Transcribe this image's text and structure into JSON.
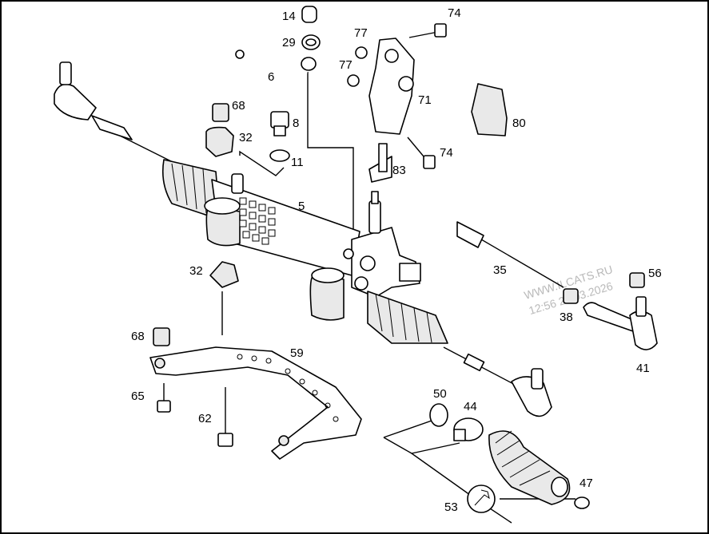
{
  "callouts": [
    {
      "id": "c14",
      "label": "14"
    },
    {
      "id": "c29",
      "label": "29"
    },
    {
      "id": "c6",
      "label": "6"
    },
    {
      "id": "c77a",
      "label": "77"
    },
    {
      "id": "c77b",
      "label": "77"
    },
    {
      "id": "c74a",
      "label": "74"
    },
    {
      "id": "c71",
      "label": "71"
    },
    {
      "id": "c80",
      "label": "80"
    },
    {
      "id": "c68a",
      "label": "68"
    },
    {
      "id": "c8",
      "label": "8"
    },
    {
      "id": "c32a",
      "label": "32"
    },
    {
      "id": "c11",
      "label": "11"
    },
    {
      "id": "c74b",
      "label": "74"
    },
    {
      "id": "c83",
      "label": "83"
    },
    {
      "id": "c5",
      "label": "5"
    },
    {
      "id": "c35",
      "label": "35"
    },
    {
      "id": "c56",
      "label": "56"
    },
    {
      "id": "c32b",
      "label": "32"
    },
    {
      "id": "c38",
      "label": "38"
    },
    {
      "id": "c41",
      "label": "41"
    },
    {
      "id": "c68b",
      "label": "68"
    },
    {
      "id": "c59",
      "label": "59"
    },
    {
      "id": "c65",
      "label": "65"
    },
    {
      "id": "c62",
      "label": "62"
    },
    {
      "id": "c50",
      "label": "50"
    },
    {
      "id": "c44",
      "label": "44"
    },
    {
      "id": "c47",
      "label": "47"
    },
    {
      "id": "c53",
      "label": "53"
    }
  ],
  "watermark": {
    "site": "WWW.ILCATS.RU",
    "timestamp": "12:56 20.03.2026"
  }
}
